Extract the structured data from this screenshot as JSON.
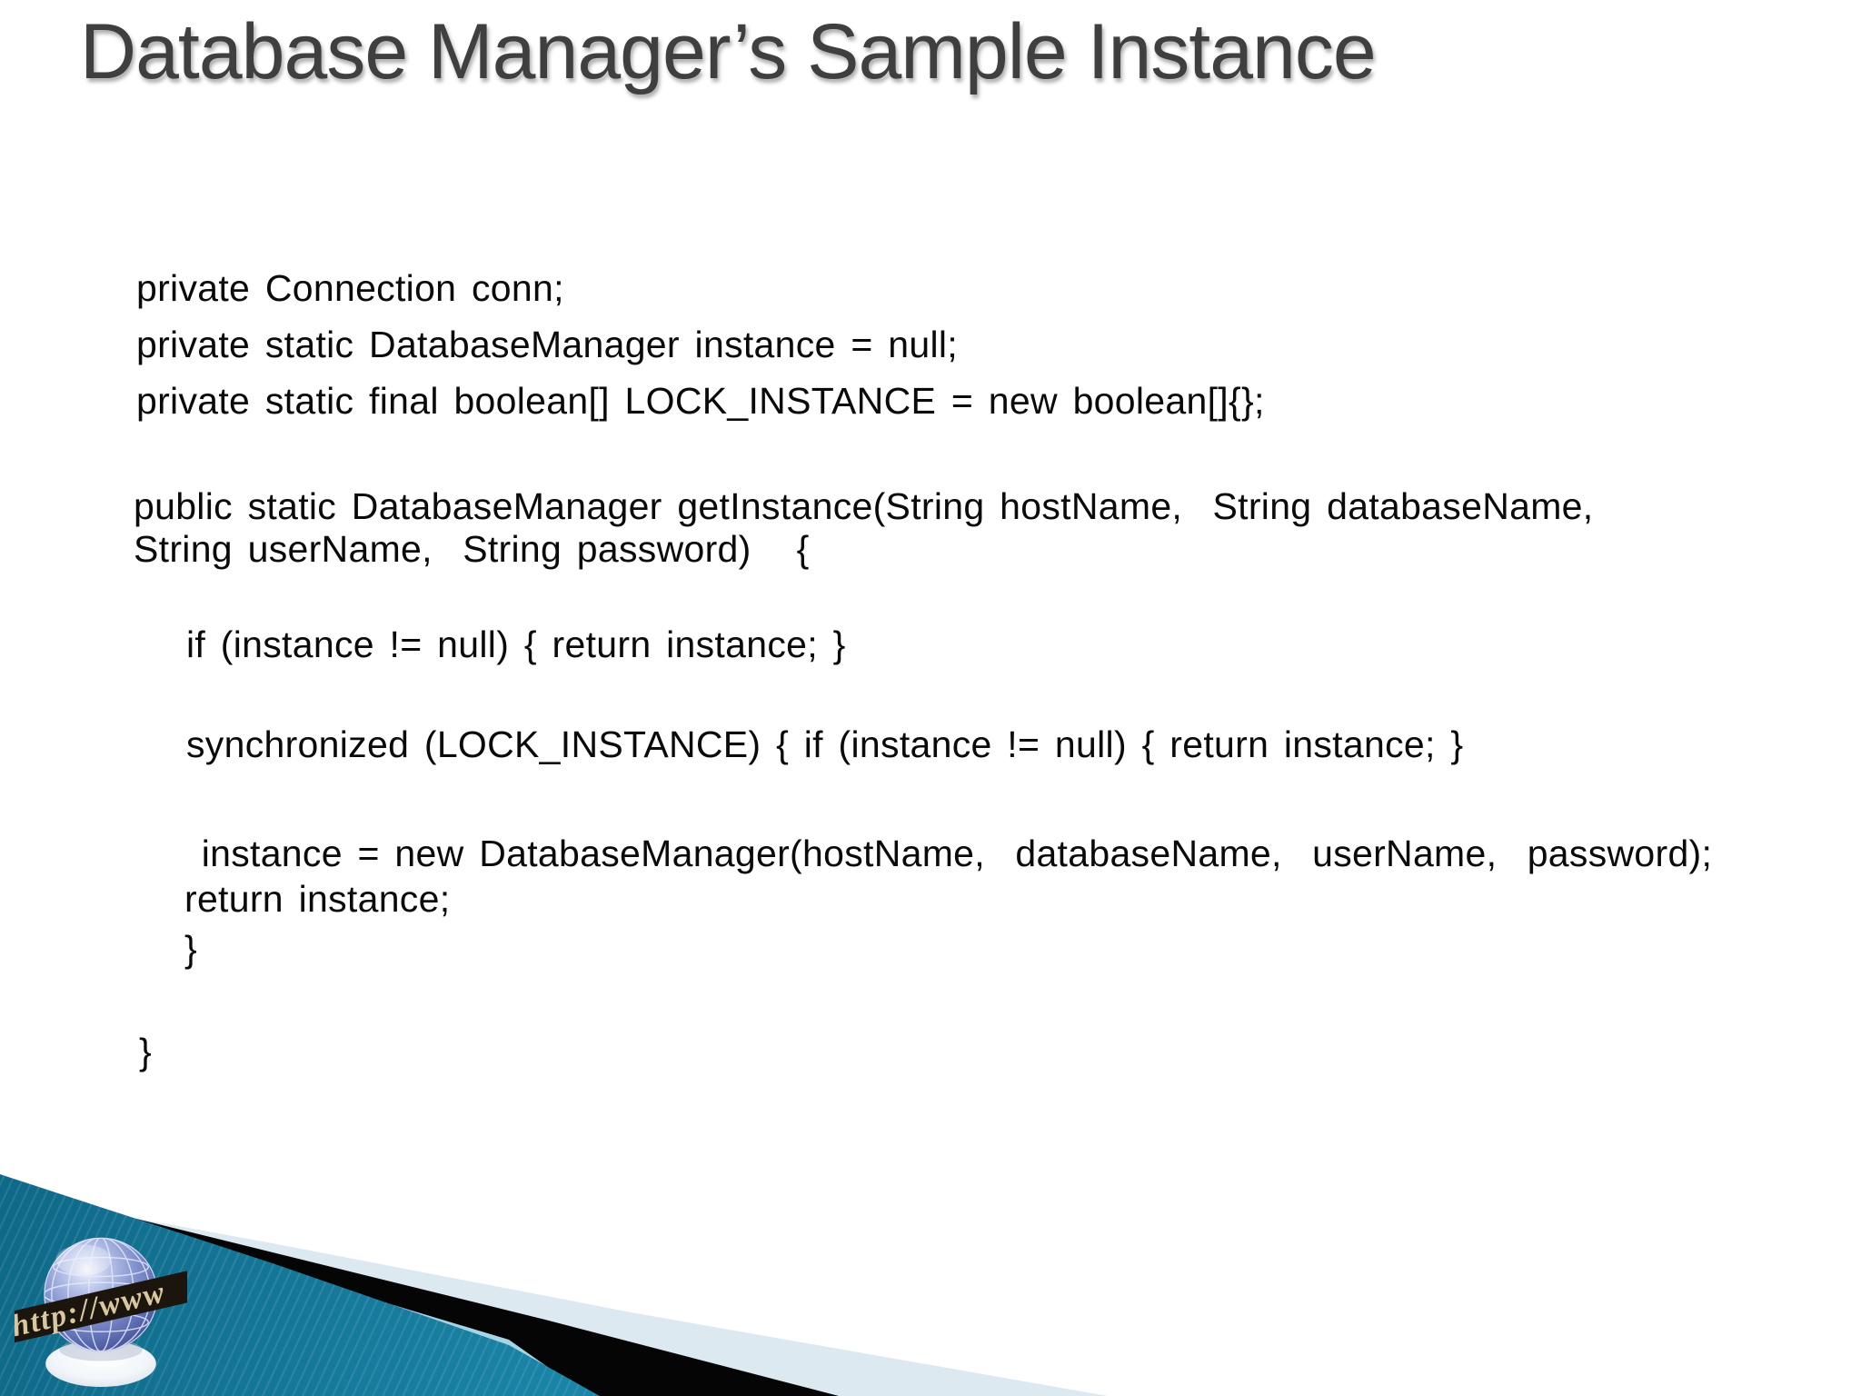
{
  "header": {
    "title": "Database Manager’s Sample Instance"
  },
  "code": {
    "lines": [
      "private Connection conn;",
      "private static DatabaseManager instance = null;",
      "private static final boolean[] LOCK_INSTANCE = new boolean[]{};",
      "public static DatabaseManager getInstance(String hostName,  String databaseName,",
      "String userName,  String password)   {",
      "if (instance != null) { return instance; }",
      "synchronized (LOCK_INSTANCE) { if (instance != null) { return instance; }",
      " instance = new DatabaseManager(hostName,  databaseName,  userName,  password);",
      "return instance;",
      "}",
      "}"
    ]
  },
  "footer": {
    "globe_text": "http://www",
    "globe_icon": "globe-with-url-band"
  },
  "colors": {
    "title_gray": "#3f3f3f",
    "code_text": "#0a0a0a",
    "teal": "#1b86a8",
    "stripe_black": "#050505",
    "band_pale": "#dde9f1",
    "edge_light": "#a6d4e4"
  }
}
